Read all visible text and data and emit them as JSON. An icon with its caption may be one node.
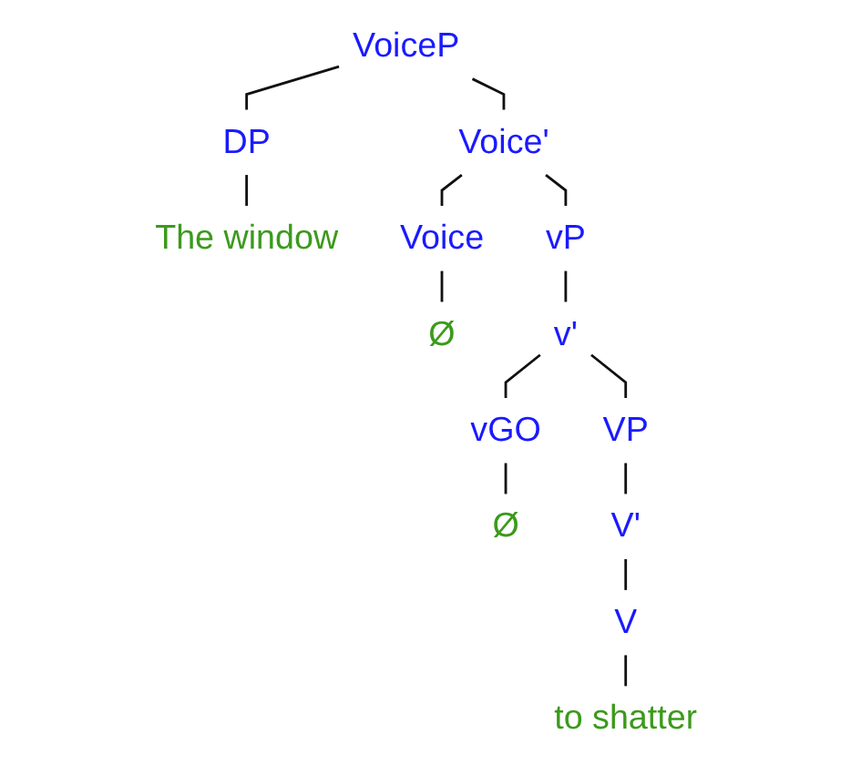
{
  "diagram": {
    "nodes": [
      {
        "text": [
          "VoiceP"
        ]
      },
      {
        "text": [
          "DP"
        ]
      },
      {
        "text": [
          "Voice'"
        ]
      },
      {
        "text": [
          "The window"
        ]
      },
      {
        "text": [
          "Voice"
        ]
      },
      {
        "text": [
          "vP"
        ]
      },
      {
        "text": [
          "Ø"
        ]
      },
      {
        "text": [
          "v'"
        ]
      },
      {
        "text": [
          "vGO"
        ]
      },
      {
        "text": [
          "VP"
        ]
      },
      {
        "text": [
          "Ø"
        ]
      },
      {
        "text": [
          "V'"
        ]
      },
      {
        "text": [
          "V"
        ]
      },
      {
        "text": [
          "to shatter"
        ]
      }
    ],
    "edges": [
      {
        "from": 0,
        "to": 1,
        "arrow": "none"
      },
      {
        "from": 0,
        "to": 2,
        "arrow": "none"
      },
      {
        "from": 1,
        "to": 3,
        "arrow": "none"
      },
      {
        "from": 2,
        "to": 4,
        "arrow": "none"
      },
      {
        "from": 2,
        "to": 5,
        "arrow": "none"
      },
      {
        "from": 4,
        "to": 6,
        "arrow": "none"
      },
      {
        "from": 5,
        "to": 7,
        "arrow": "none"
      },
      {
        "from": 7,
        "to": 8,
        "arrow": "none"
      },
      {
        "from": 7,
        "to": 9,
        "arrow": "none"
      },
      {
        "from": 8,
        "to": 10,
        "arrow": "none"
      },
      {
        "from": 9,
        "to": 11,
        "arrow": "none"
      },
      {
        "from": 11,
        "to": 12,
        "arrow": "none"
      },
      {
        "from": 12,
        "to": 13,
        "arrow": "none"
      }
    ]
  }
}
